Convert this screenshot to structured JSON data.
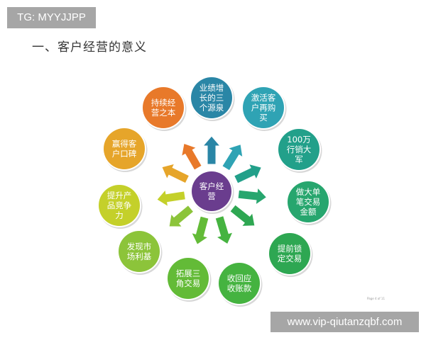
{
  "watermark_top": "TG: MYYJJPP",
  "title": "一、客户经营的意义",
  "page_label": "Page 4 of 11",
  "watermark_bottom": "www.vip-qiutanzqbf.com",
  "diagram": {
    "center": {
      "lines": [
        "客户经",
        "营"
      ],
      "color": "#6a3d8e"
    },
    "nodes": [
      {
        "lines": [
          "业绩增",
          "长的三",
          "个源泉"
        ],
        "color": "#2a86a6"
      },
      {
        "lines": [
          "激活客",
          "户再购",
          "买"
        ],
        "color": "#2fa3b4"
      },
      {
        "lines": [
          "100万",
          "行销大",
          "军"
        ],
        "color": "#22a08a"
      },
      {
        "lines": [
          "做大单",
          "笔交易",
          "金额"
        ],
        "color": "#27a66e"
      },
      {
        "lines": [
          "提前锁",
          "定交易"
        ],
        "color": "#2ea752"
      },
      {
        "lines": [
          "收回应",
          "收账款"
        ],
        "color": "#45b340"
      },
      {
        "lines": [
          "拓展三",
          "角交易"
        ],
        "color": "#63bb37"
      },
      {
        "lines": [
          "发现市",
          "场利基"
        ],
        "color": "#8cc43a"
      },
      {
        "lines": [
          "提升产",
          "品竞争",
          "力"
        ],
        "color": "#c4d02a"
      },
      {
        "lines": [
          "赢得客",
          "户口碑"
        ],
        "color": "#e6a52a"
      },
      {
        "lines": [
          "持续经",
          "营之本"
        ],
        "color": "#e8792a"
      }
    ]
  }
}
